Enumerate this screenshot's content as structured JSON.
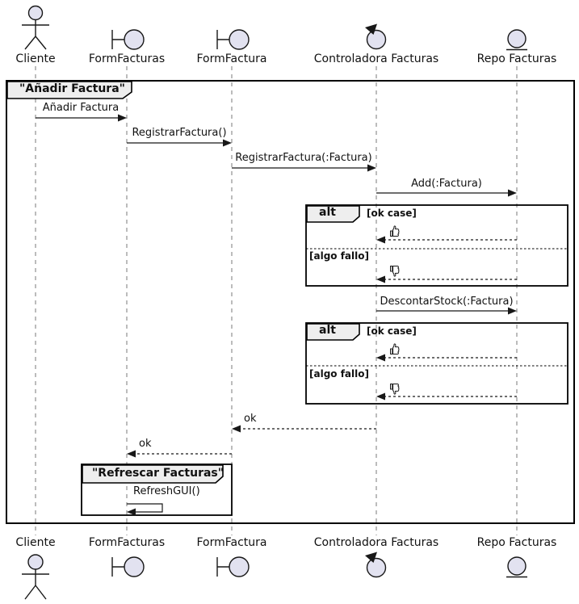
{
  "diagram_type": "uml-sequence-diagram",
  "frames": {
    "main_title": "\"Añadir Factura\"",
    "inner_title": "\"Refrescar Facturas\"",
    "alt1": {
      "operator": "alt",
      "guard_ok": "[ok case]",
      "guard_fail": "[algo fallo]"
    },
    "alt2": {
      "operator": "alt",
      "guard_ok": "[ok case]",
      "guard_fail": "[algo fallo]"
    }
  },
  "participants": [
    {
      "name": "Cliente",
      "kind": "actor"
    },
    {
      "name": "FormFacturas",
      "kind": "boundary"
    },
    {
      "name": "FormFactura",
      "kind": "boundary"
    },
    {
      "name": "Controladora Facturas",
      "kind": "control"
    },
    {
      "name": "Repo Facturas",
      "kind": "entity"
    }
  ],
  "messages": {
    "anadir": "Añadir Factura",
    "registrar": "RegistrarFactura()",
    "registrar_param": "RegistrarFactura(:Factura)",
    "add": "Add(:Factura)",
    "descontar": "DescontarStock(:Factura)",
    "ok_to_formfactura": "ok",
    "ok_to_formfacturas": "ok",
    "refresh": "RefreshGUI()"
  },
  "icons": {
    "thumbs_up": "thumbs-up 👍",
    "thumbs_down": "thumbs-down 👎"
  },
  "colors": {
    "participant_fill": "#E2E2F0",
    "stroke": "#181818",
    "frame_label_fill": "#EEEEEE",
    "background": "#FFFFFF"
  }
}
